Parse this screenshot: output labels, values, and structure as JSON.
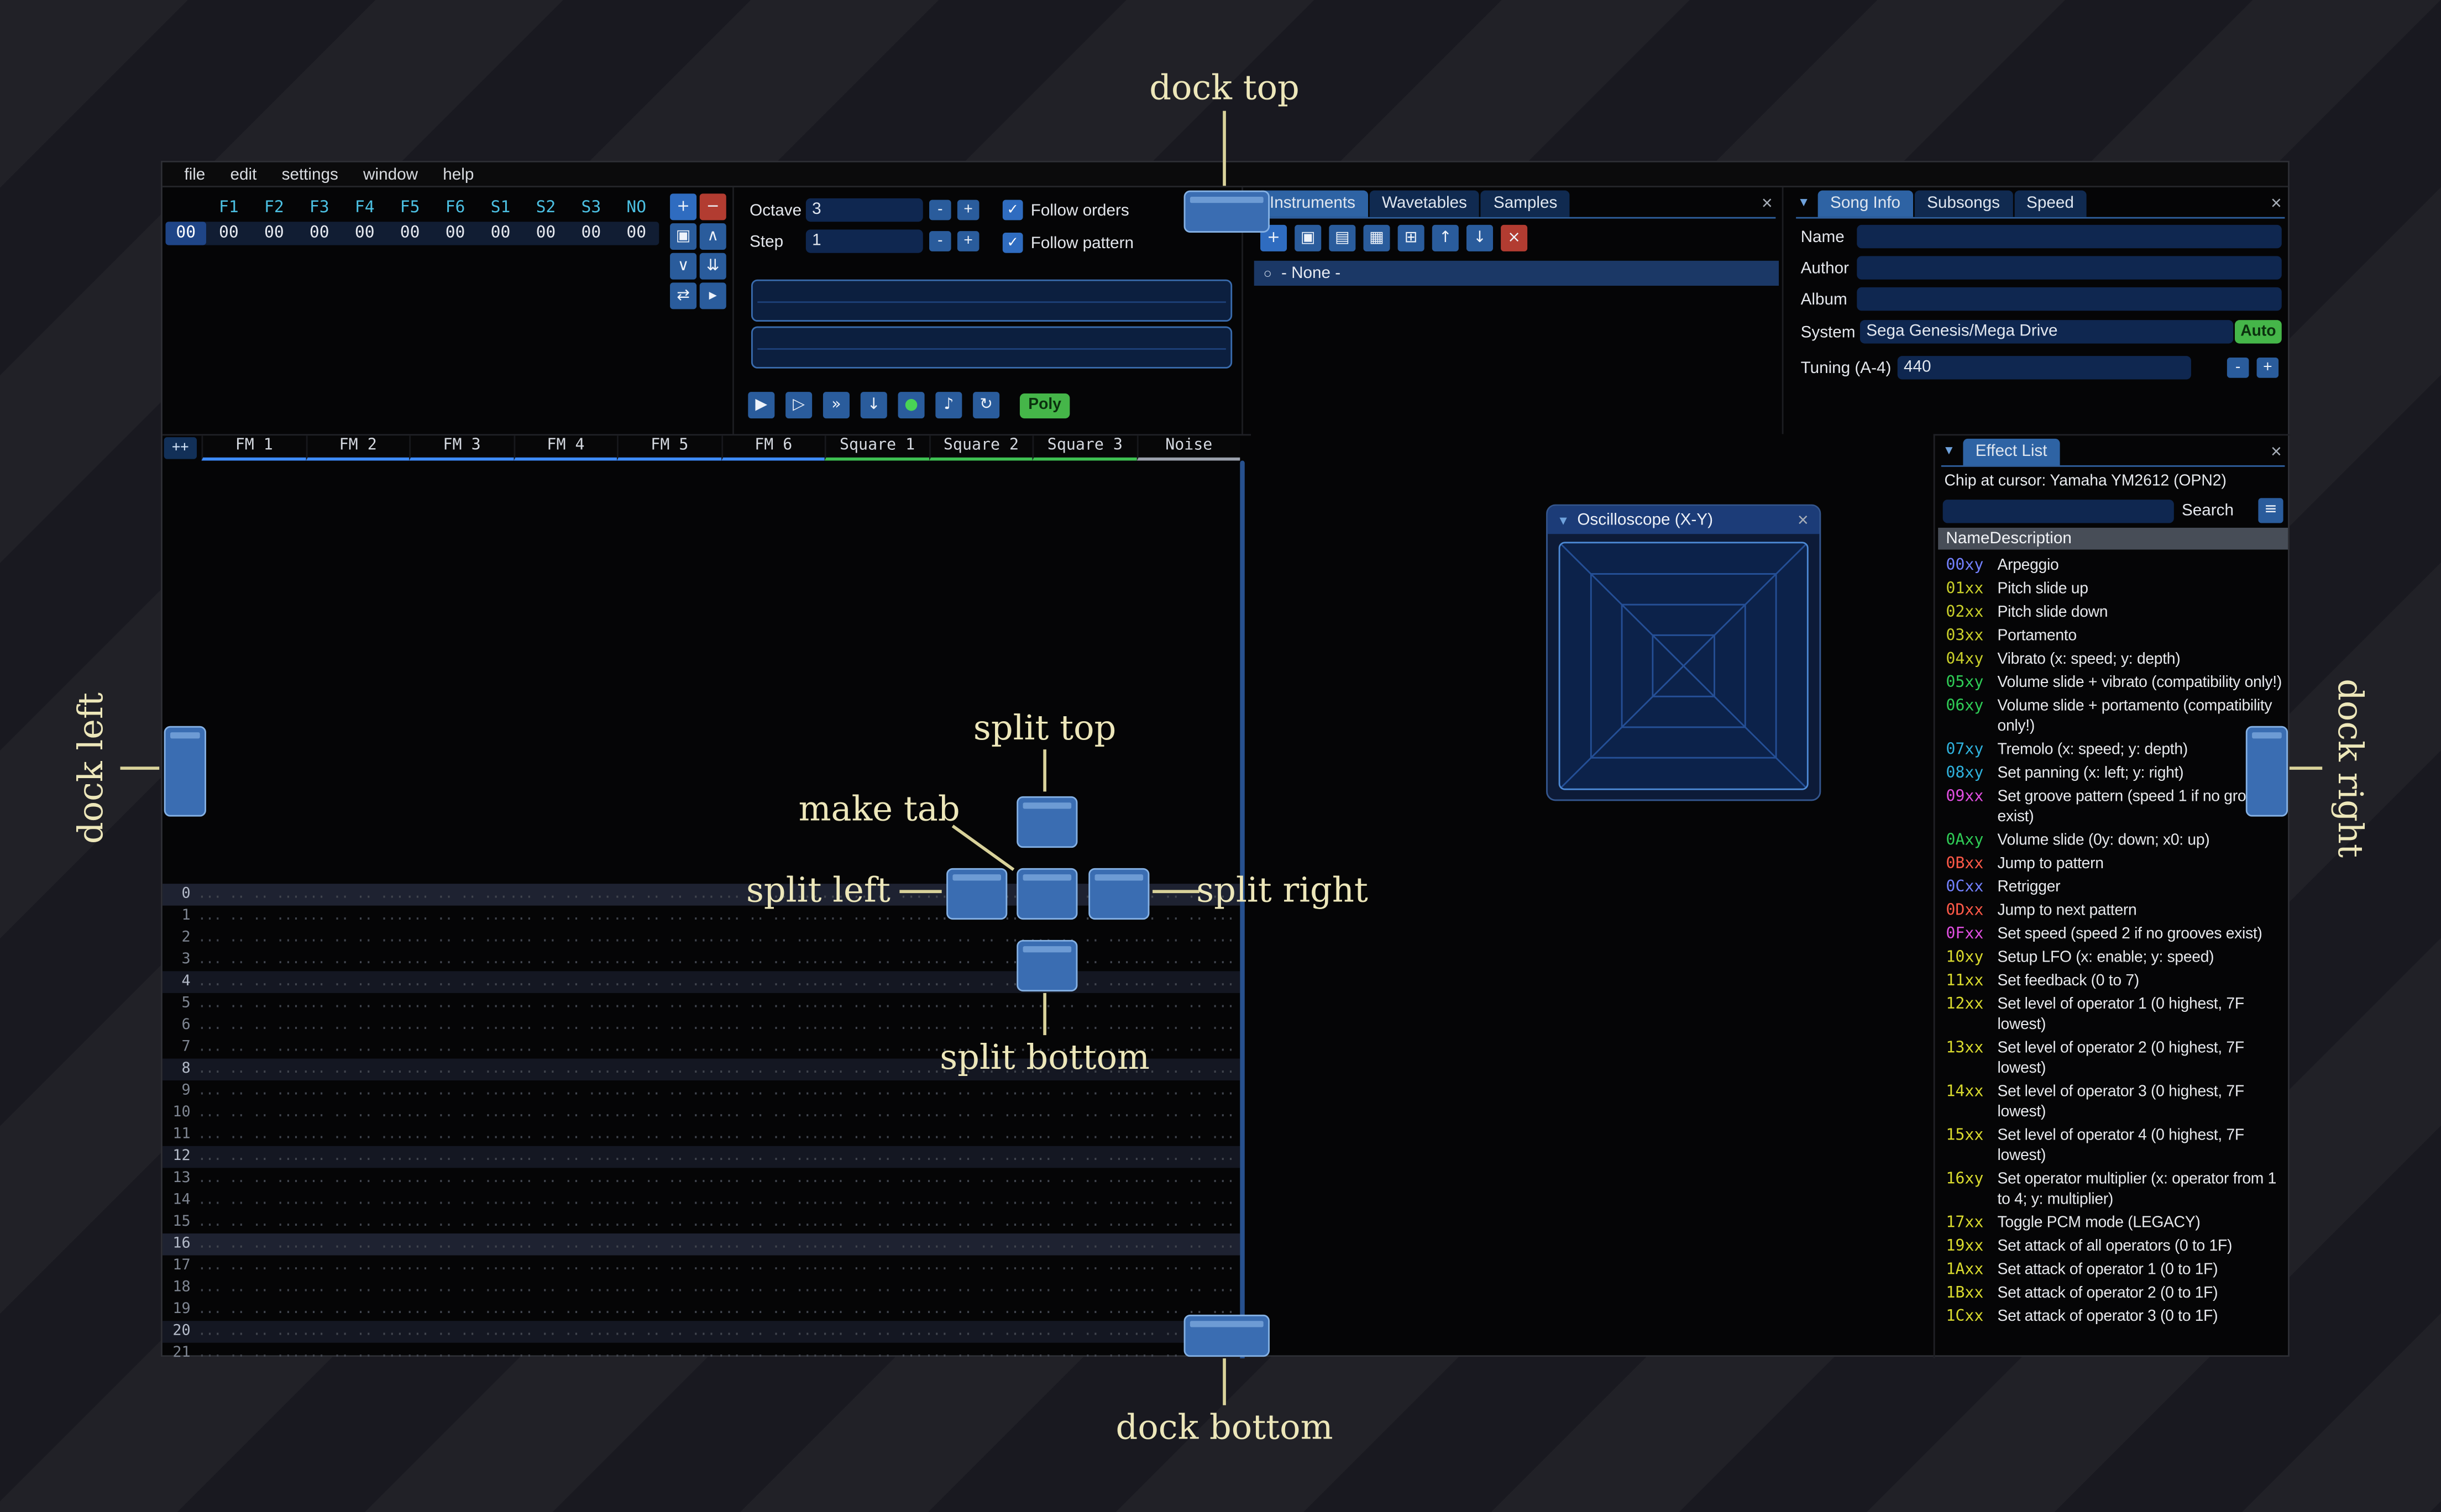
{
  "annotations": {
    "dock_top": "dock top",
    "dock_bottom": "dock bottom",
    "dock_left": "dock left",
    "dock_right": "dock right",
    "split_top": "split top",
    "split_bottom": "split bottom",
    "split_left": "split left",
    "split_right": "split right",
    "make_tab": "make tab"
  },
  "icons": {
    "close": "×",
    "collapse": "▼",
    "radio": "○",
    "check": "✓",
    "hamburger": "≡"
  },
  "menu": {
    "items": [
      "file",
      "edit",
      "settings",
      "window",
      "help"
    ]
  },
  "orders": {
    "channels": [
      "F1",
      "F2",
      "F3",
      "F4",
      "F5",
      "F6",
      "S1",
      "S2",
      "S3",
      "NO"
    ],
    "row_label": "00",
    "row_values": [
      "00",
      "00",
      "00",
      "00",
      "00",
      "00",
      "00",
      "00",
      "00",
      "00"
    ],
    "buttons": [
      {
        "glyph": "+",
        "name": "order-add-button",
        "style": "blue"
      },
      {
        "glyph": "−",
        "name": "order-remove-button",
        "style": "red"
      },
      {
        "glyph": "▣",
        "name": "order-duplicate-button",
        "style": ""
      },
      {
        "glyph": "∧",
        "name": "order-move-up-button",
        "style": ""
      },
      {
        "glyph": "∨",
        "name": "order-move-down-button",
        "style": ""
      },
      {
        "glyph": "⇊",
        "name": "order-duplicate-to-end-button",
        "style": ""
      },
      {
        "glyph": "⇄",
        "name": "order-change-mode-button",
        "style": ""
      },
      {
        "glyph": "▸",
        "name": "order-edit-mode-button",
        "style": ""
      }
    ]
  },
  "controls": {
    "octave_label": "Octave",
    "octave_value": "3",
    "step_label": "Step",
    "step_value": "1",
    "minus_label": "-",
    "plus_label": "+",
    "follow_orders_label": "Follow orders",
    "follow_pattern_label": "Follow pattern",
    "poly_label": "Poly",
    "playback": [
      {
        "glyph": "▶",
        "name": "play-button",
        "green": false
      },
      {
        "glyph": "▷",
        "name": "play-pattern-button",
        "green": false
      },
      {
        "glyph": "»",
        "name": "play-from-cursor-button",
        "green": false
      },
      {
        "glyph": "↓",
        "name": "step-row-button",
        "green": false
      },
      {
        "glyph": "●",
        "name": "edit-toggle-button",
        "green": true
      },
      {
        "glyph": "♪",
        "name": "metronome-button",
        "green": false
      },
      {
        "glyph": "↻",
        "name": "repeat-pattern-button",
        "green": false
      }
    ]
  },
  "instruments": {
    "tabs": [
      "Instruments",
      "Wavetables",
      "Samples"
    ],
    "toolbar": [
      {
        "glyph": "+",
        "name": "instrument-add-button",
        "style": "blue"
      },
      {
        "glyph": "▣",
        "name": "instrument-clone-button",
        "style": ""
      },
      {
        "glyph": "▤",
        "name": "instrument-open-button",
        "style": ""
      },
      {
        "glyph": "▦",
        "name": "instrument-save-button",
        "style": ""
      },
      {
        "glyph": "⊞",
        "name": "instrument-folder-button",
        "style": ""
      },
      {
        "glyph": "↑",
        "name": "instrument-move-up-button",
        "style": ""
      },
      {
        "glyph": "↓",
        "name": "instrument-move-down-button",
        "style": ""
      },
      {
        "glyph": "×",
        "name": "instrument-delete-button",
        "style": "red"
      }
    ],
    "none_item": "- None -"
  },
  "song_info": {
    "tabs": [
      "Song Info",
      "Subsongs",
      "Speed"
    ],
    "fields": [
      {
        "label": "Name",
        "value": ""
      },
      {
        "label": "Author",
        "value": ""
      },
      {
        "label": "Album",
        "value": ""
      }
    ],
    "system_label": "System",
    "system_value": "Sega Genesis/Mega Drive",
    "auto_label": "Auto",
    "tuning_label": "Tuning (A-4)",
    "tuning_value": "440"
  },
  "pattern": {
    "expand_button": "++",
    "channels": [
      {
        "label": "FM 1",
        "color": "#3e8bff"
      },
      {
        "label": "FM 2",
        "color": "#3e8bff"
      },
      {
        "label": "FM 3",
        "color": "#3e8bff"
      },
      {
        "label": "FM 4",
        "color": "#3e8bff"
      },
      {
        "label": "FM 5",
        "color": "#3e8bff"
      },
      {
        "label": "FM 6",
        "color": "#3e8bff"
      },
      {
        "label": "Square 1",
        "color": "#3ec052"
      },
      {
        "label": "Square 2",
        "color": "#3ec052"
      },
      {
        "label": "Square 3",
        "color": "#3ec052"
      },
      {
        "label": "Noise",
        "color": "#9aa0ab"
      }
    ],
    "row_numbers": [
      "0",
      "1",
      "2",
      "3",
      "4",
      "5",
      "6",
      "7",
      "8",
      "9",
      "10",
      "11",
      "12",
      "13",
      "14",
      "15",
      "16",
      "17",
      "18",
      "19",
      "20",
      "21"
    ],
    "empty_cell": "... .. .. ..."
  },
  "oscilloscope": {
    "title": "Oscilloscope (X-Y)"
  },
  "effect_list": {
    "tab_label": "Effect List",
    "chip_info": "Chip at cursor: Yamaha YM2612 (OPN2)",
    "search_label": "Search",
    "columns": [
      "Name",
      "Description"
    ],
    "effects": [
      {
        "code": "00xy",
        "color": "#7381ff",
        "desc": "Arpeggio"
      },
      {
        "code": "01xx",
        "color": "#c9cf2a",
        "desc": "Pitch slide up"
      },
      {
        "code": "02xx",
        "color": "#c9cf2a",
        "desc": "Pitch slide down"
      },
      {
        "code": "03xx",
        "color": "#c9cf2a",
        "desc": "Portamento"
      },
      {
        "code": "04xy",
        "color": "#c9cf2a",
        "desc": "Vibrato (x: speed; y: depth)"
      },
      {
        "code": "05xy",
        "color": "#2fcc56",
        "desc": "Volume slide + vibrato (compatibility only!)"
      },
      {
        "code": "06xy",
        "color": "#2fcc56",
        "desc": "Volume slide + portamento (compatibility only!)"
      },
      {
        "code": "07xy",
        "color": "#2fb1dc",
        "desc": "Tremolo (x: speed; y: depth)"
      },
      {
        "code": "08xy",
        "color": "#2fb1dc",
        "desc": "Set panning (x: left; y: right)"
      },
      {
        "code": "09xx",
        "color": "#e14fe1",
        "desc": "Set groove pattern (speed 1 if no grooves exist)"
      },
      {
        "code": "0Axy",
        "color": "#2fcc56",
        "desc": "Volume slide (0y: down; x0: up)"
      },
      {
        "code": "0Bxx",
        "color": "#ff5948",
        "desc": "Jump to pattern"
      },
      {
        "code": "0Cxx",
        "color": "#7381ff",
        "desc": "Retrigger"
      },
      {
        "code": "0Dxx",
        "color": "#ff5948",
        "desc": "Jump to next pattern"
      },
      {
        "code": "0Fxx",
        "color": "#e14fe1",
        "desc": "Set speed (speed 2 if no grooves exist)"
      },
      {
        "code": "10xy",
        "color": "#d9da2e",
        "desc": "Setup LFO (x: enable; y: speed)"
      },
      {
        "code": "11xx",
        "color": "#d9da2e",
        "desc": "Set feedback (0 to 7)"
      },
      {
        "code": "12xx",
        "color": "#d9da2e",
        "desc": "Set level of operator 1 (0 highest, 7F lowest)"
      },
      {
        "code": "13xx",
        "color": "#d9da2e",
        "desc": "Set level of operator 2 (0 highest, 7F lowest)"
      },
      {
        "code": "14xx",
        "color": "#d9da2e",
        "desc": "Set level of operator 3 (0 highest, 7F lowest)"
      },
      {
        "code": "15xx",
        "color": "#d9da2e",
        "desc": "Set level of operator 4 (0 highest, 7F lowest)"
      },
      {
        "code": "16xy",
        "color": "#d9da2e",
        "desc": "Set operator multiplier (x: operator from 1 to 4; y: multiplier)"
      },
      {
        "code": "17xx",
        "color": "#d9da2e",
        "desc": "Toggle PCM mode (LEGACY)"
      },
      {
        "code": "19xx",
        "color": "#d9da2e",
        "desc": "Set attack of all operators (0 to 1F)"
      },
      {
        "code": "1Axx",
        "color": "#d9da2e",
        "desc": "Set attack of operator 1 (0 to 1F)"
      },
      {
        "code": "1Bxx",
        "color": "#d9da2e",
        "desc": "Set attack of operator 2 (0 to 1F)"
      },
      {
        "code": "1Cxx",
        "color": "#d9da2e",
        "desc": "Set attack of operator 3 (0 to 1F)"
      }
    ]
  },
  "colors": {
    "accent": "#2e63a4",
    "tab_inactive": "#102a50",
    "green_button": "#45b649",
    "red_button": "#b23c31",
    "dock_preview": "#3a6db2",
    "annotation_text": "#ede7ba"
  }
}
